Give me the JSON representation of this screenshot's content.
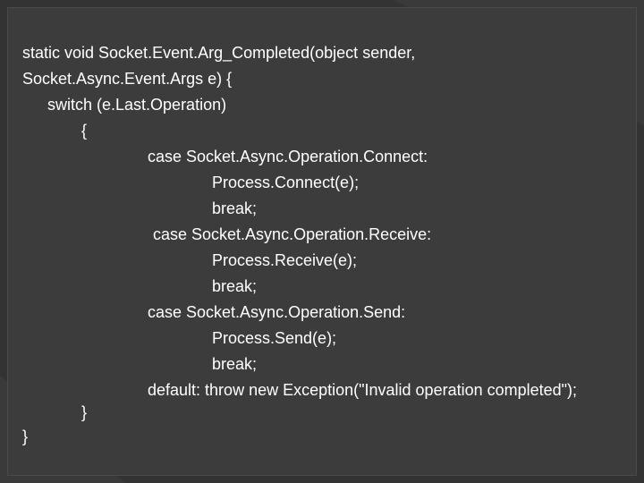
{
  "slide": {
    "background_color": "#333333",
    "panel_color": "#3c3c3c",
    "text_color": "#ffffff",
    "code_lines": [
      "static void Socket.Event.Arg_Completed(object sender,",
      "Socket.Async.Event.Args e) {",
      "switch (e.Last.Operation)",
      "{",
      "case Socket.Async.Operation.Connect:",
      "Process.Connect(e);",
      "break;",
      "case Socket.Async.Operation.Receive:",
      "Process.Receive(e);",
      "break;",
      "case Socket.Async.Operation.Send:",
      "Process.Send(e);",
      "break;",
      "default: throw new Exception(\"Invalid operation completed\");",
      "}",
      "}"
    ]
  }
}
